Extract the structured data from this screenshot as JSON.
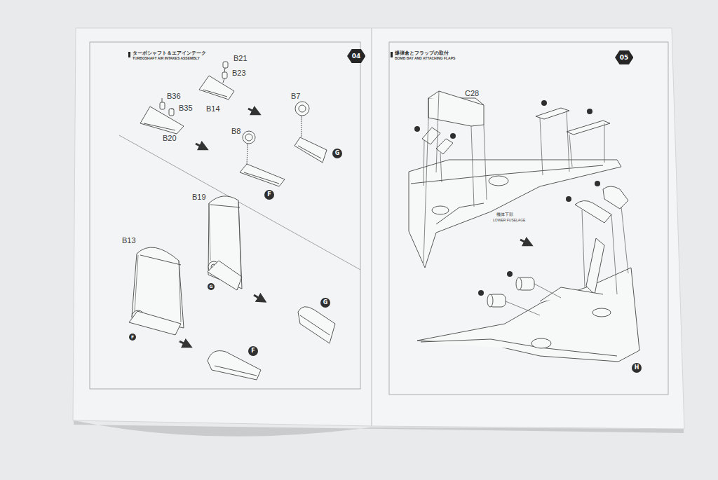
{
  "diagram": {
    "nodes": [
      {
        "text": [
          "04"
        ]
      },
      {
        "text": [
          "G"
        ]
      },
      {
        "text": [
          "F"
        ]
      },
      {
        "text": [
          "G"
        ]
      },
      {
        "text": [
          "G"
        ]
      },
      {
        "text": [
          "F"
        ]
      },
      {
        "text": [
          "F"
        ]
      },
      {
        "text": [
          "05"
        ]
      },
      {
        "text": [
          "H"
        ]
      }
    ],
    "labels": [
      "ターボシャフト＆エアインテーク",
      "TURBOSHAFT AIR INTAKES ASSEMBLY",
      "B21",
      "B23",
      "B36",
      "B35",
      "B14",
      "B20",
      "B7",
      "B8",
      "B19",
      "B13",
      "爆弾倉とフラップの取付",
      "BOMB BAY AND ATTACHING FLAPS",
      "C28",
      "機体下部",
      "LOWER FUSELAGE"
    ]
  }
}
